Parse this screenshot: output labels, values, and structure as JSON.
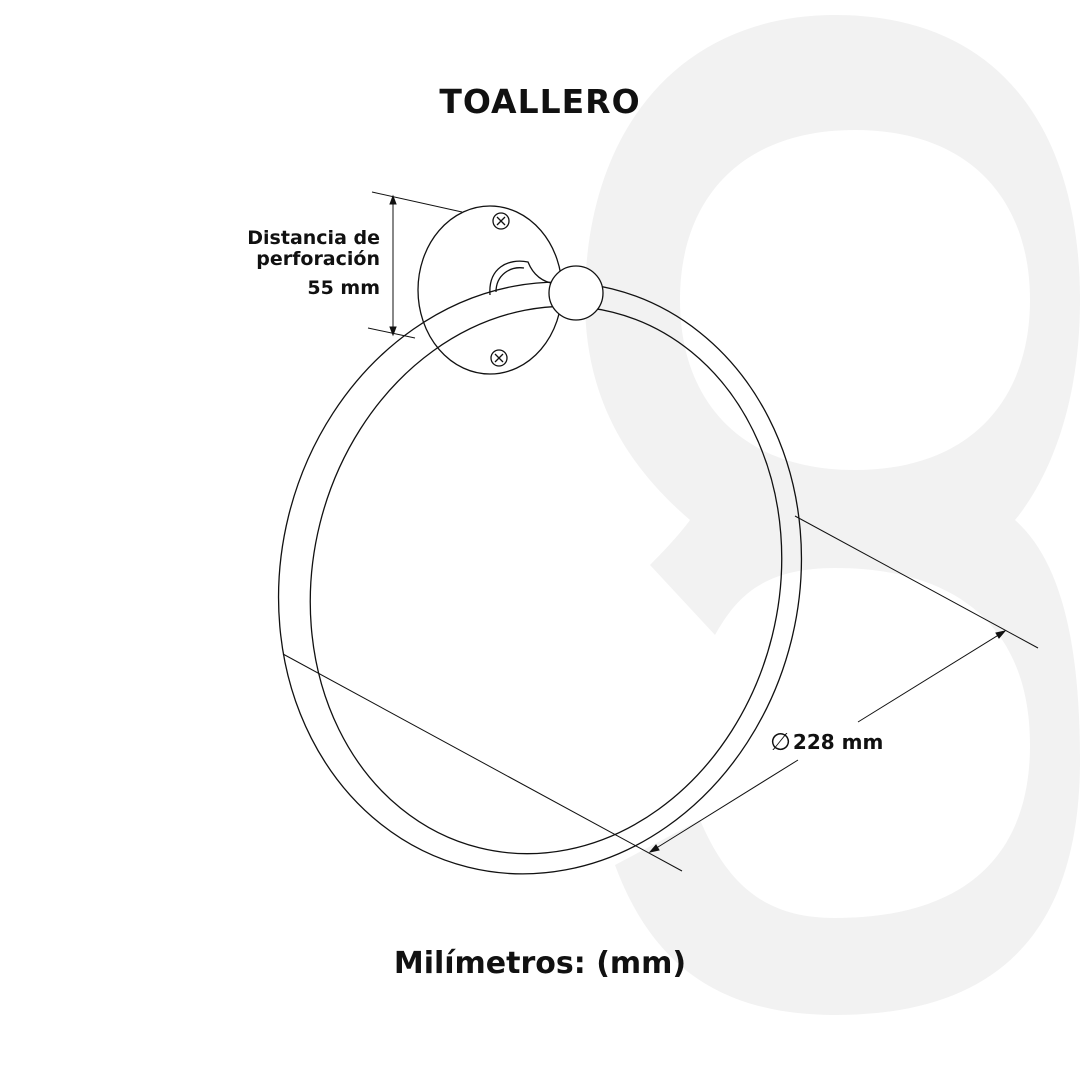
{
  "title": "TOALLERO",
  "footer": "Milímetros: (mm)",
  "drilling_distance": {
    "label_line1": "Distancia de",
    "label_line2": "perforación",
    "value": "55 mm"
  },
  "diameter": {
    "symbol": "∅",
    "value": "228 mm"
  },
  "colors": {
    "line": "#111111",
    "watermark": "#f2f2f2",
    "background": "#ffffff"
  },
  "watermark_glyph": "8"
}
